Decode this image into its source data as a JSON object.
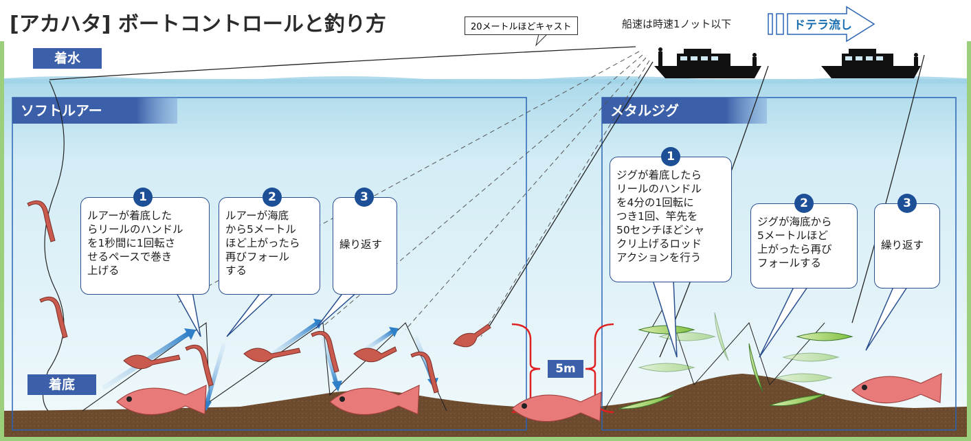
{
  "title": "[アカハタ] ボートコントロールと釣り方",
  "cast_callout": "20メートルほどキャスト",
  "speed_note": "船速は時速1ノット以下",
  "drift_label": "ドテラ流し",
  "labels": {
    "touchdown_surface": "着水",
    "touchdown_bottom": "着底",
    "height": "5m"
  },
  "soft_lure": {
    "heading": "ソフトルアー",
    "steps": [
      {
        "num": "1",
        "text": "ルアーが着底した\nらリールのハンドル\nを1秒間に1回転さ\nせるペースで巻き\n上げる"
      },
      {
        "num": "2",
        "text": "ルアーが海底\nから5メートル\nほど上がったら\n再びフォール\nする"
      },
      {
        "num": "3",
        "text": "繰り返す"
      }
    ]
  },
  "metal_jig": {
    "heading": "メタルジグ",
    "steps": [
      {
        "num": "1",
        "text": "ジグが着底したら\nリールのハンドル\nを4分の1回転に\nつき1回、竿先を\n50センチほどシャ\nクリ上げるロッド\nアクションを行う"
      },
      {
        "num": "2",
        "text": "ジグが海底から\n5メートルほど\n上がったら再び\nフォールする"
      },
      {
        "num": "3",
        "text": "繰り返す"
      }
    ]
  },
  "colors": {
    "sky": "#ffffff",
    "water_top": "#bfe2ef",
    "water_bottom": "#eaf6fa",
    "seabed": "#6b4a2e",
    "frame_green": "#9ccf7c",
    "accent_blue": "#3b5fa8",
    "number_blue": "#1d4f97",
    "bracket_red": "#e02020"
  }
}
